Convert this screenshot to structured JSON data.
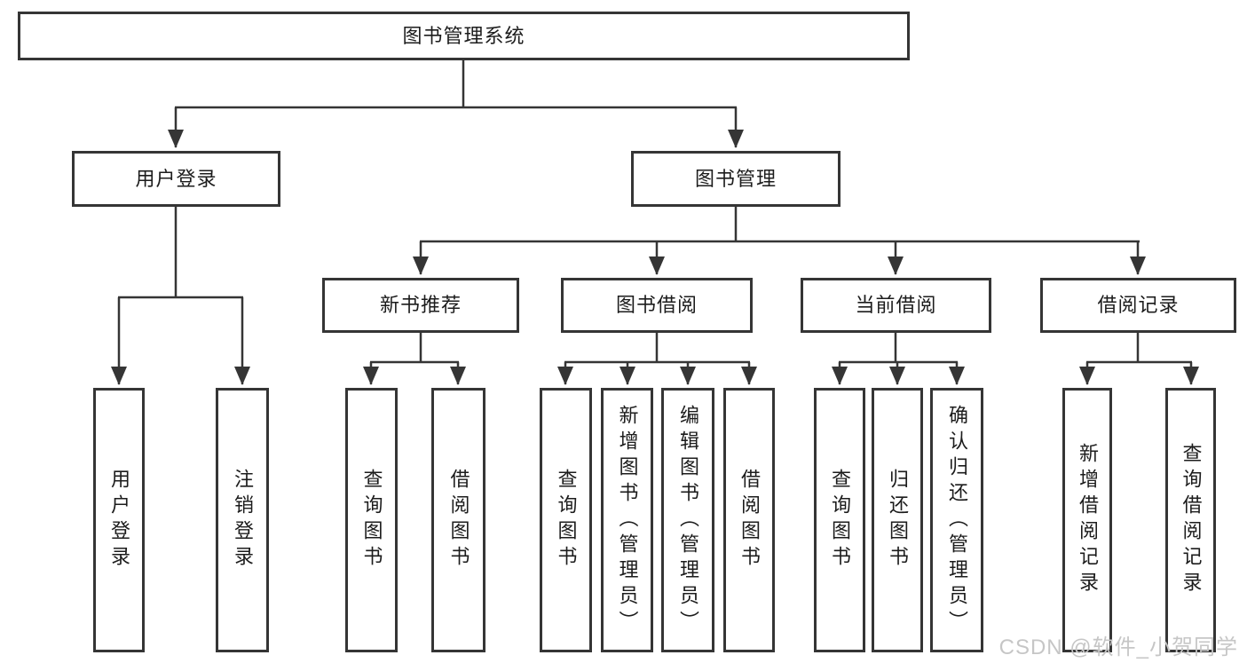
{
  "diagram": {
    "title": "图书管理系统",
    "branches": {
      "user_login": {
        "label": "用户登录",
        "children": {
          "login": "用户登录",
          "logout": "注销登录"
        }
      },
      "book_mgmt": {
        "label": "图书管理",
        "sections": {
          "new_book": {
            "label": "新书推荐",
            "children": {
              "query": "查询图书",
              "borrow": "借阅图书"
            }
          },
          "borrowing": {
            "label": "图书借阅",
            "children": {
              "query": "查询图书",
              "add": "新增图书（管理员）",
              "edit": "编辑图书（管理员）",
              "borrow": "借阅图书"
            }
          },
          "current": {
            "label": "当前借阅",
            "children": {
              "query": "查询图书",
              "return": "归还图书",
              "confirm": "确认归还（管理员）"
            }
          },
          "records": {
            "label": "借阅记录",
            "children": {
              "add": "新增借阅记录",
              "query": "查询借阅记录"
            }
          }
        }
      }
    }
  },
  "watermark": {
    "text": "CSDN @软件_小贺同学"
  },
  "colors": {
    "line": "#353535",
    "box_border": "#353535",
    "text": "#1c1c1c",
    "background": "#ffffff",
    "watermark": "#c6c6c6"
  }
}
